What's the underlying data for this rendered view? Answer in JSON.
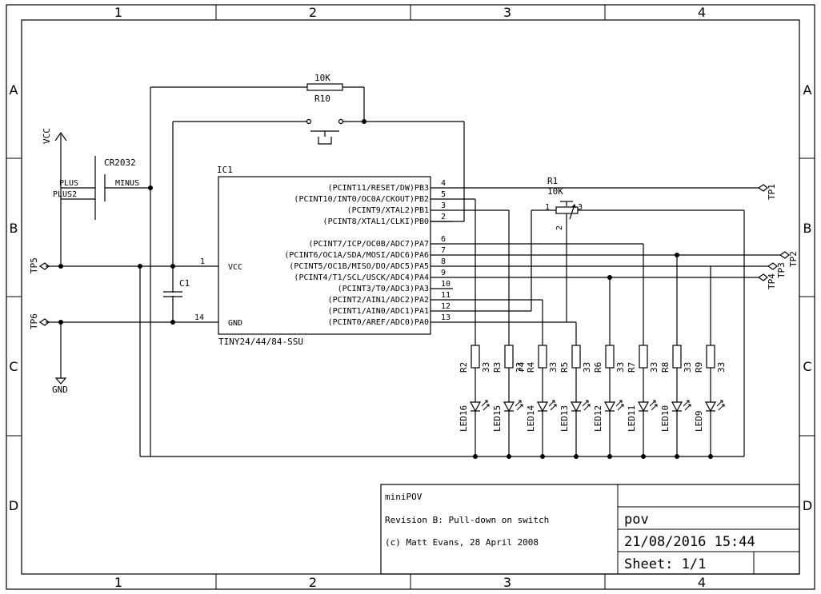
{
  "frame": {
    "columns": [
      "1",
      "2",
      "3",
      "4"
    ],
    "rows": [
      "A",
      "B",
      "C",
      "D"
    ]
  },
  "title_block": {
    "project": "miniPOV",
    "revision": "Revision B:  Pull-down on switch",
    "copyright": "(c) Matt Evans, 28 April 2008",
    "name": "pov",
    "datetime": "21/08/2016 15:44",
    "sheet": "Sheet: 1/1"
  },
  "labels": {
    "vcc": "VCC",
    "gnd": "GND",
    "battery": "CR2032",
    "plus": "PLUS",
    "plus2": "PLUS2",
    "minus": "MINUS",
    "r10_value": "10K",
    "r10_name": "R10",
    "c1": "C1",
    "tp5": "TP5",
    "tp6": "TP6",
    "tp1": "TP1",
    "tp2": "TP2",
    "tp3": "TP3",
    "tp4": "TP4",
    "r1_name": "R1",
    "r1_value": "10K",
    "r1_pin1": "1",
    "r1_pin2": "2",
    "r1_pin3": "3"
  },
  "ic": {
    "name": "IC1",
    "part": "TINY24/44/84-SSU",
    "vcc_pin": "VCC",
    "gnd_pin": "GND",
    "pin_vcc_num": "1",
    "pin_gnd_num": "14",
    "pins": [
      {
        "name": "(PCINT11/RESET/DW)PB3",
        "num": "4"
      },
      {
        "name": "(PCINT10/INT0/OC0A/CKOUT)PB2",
        "num": "5"
      },
      {
        "name": "(PCINT9/XTAL2)PB1",
        "num": "3"
      },
      {
        "name": "(PCINT8/XTAL1/CLKI)PB0",
        "num": "2"
      },
      {
        "name": "(PCINT7/ICP/OC0B/ADC7)PA7",
        "num": "6"
      },
      {
        "name": "(PCINT6/OC1A/SDA/MOSI/ADC6)PA6",
        "num": "7"
      },
      {
        "name": "(PCINT5/OC1B/MISO/DO/ADC5)PA5",
        "num": "8"
      },
      {
        "name": "(PCINT4/T1/SCL/USCK/ADC4)PA4",
        "num": "9"
      },
      {
        "name": "(PCINT3/T0/ADC3)PA3",
        "num": "10"
      },
      {
        "name": "(PCINT2/AIN1/ADC2)PA2",
        "num": "11"
      },
      {
        "name": "(PCINT1/AIN0/ADC1)PA1",
        "num": "12"
      },
      {
        "name": "(PCINT0/AREF/ADC0)PA0",
        "num": "13"
      }
    ]
  },
  "resistors": [
    {
      "name": "R2",
      "value": "33"
    },
    {
      "name": "R3",
      "value": "33"
    },
    {
      "name": "r4",
      "value": ""
    },
    {
      "name": "R4",
      "value": "33"
    },
    {
      "name": "R5",
      "value": "33"
    },
    {
      "name": "R6",
      "value": "33"
    },
    {
      "name": "R7",
      "value": "33"
    },
    {
      "name": "R8",
      "value": "33"
    },
    {
      "name": "R9",
      "value": "33"
    }
  ],
  "leds": [
    "LED16",
    "LED15",
    "LED14",
    "LED13",
    "LED12",
    "LED11",
    "LED10",
    "LED9"
  ]
}
